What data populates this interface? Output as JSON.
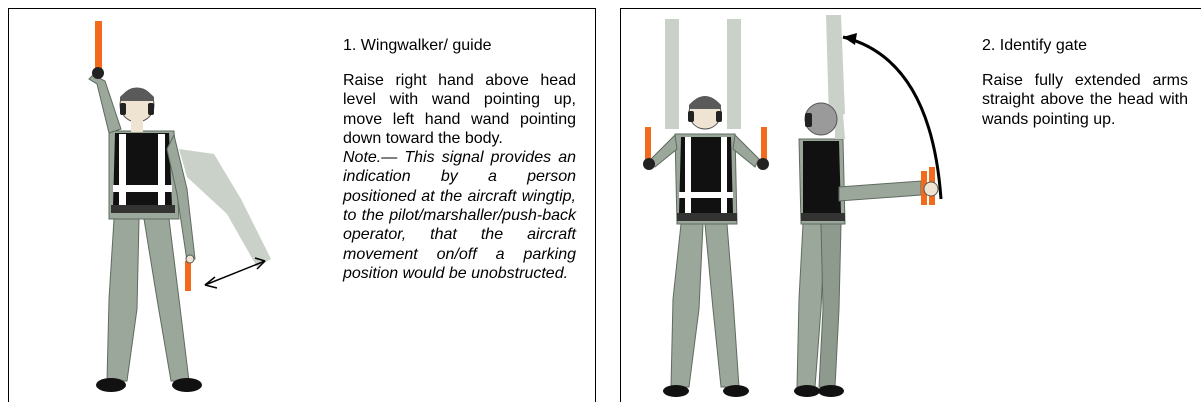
{
  "panels": [
    {
      "title": "1. Wingwalker/ guide",
      "description": "Raise right hand above head level with wand pointing up, move left hand wand pointing down toward the body.",
      "note": "Note.— This signal provides an indication by a person positioned at the aircraft wingtip, to the pilot/marshaller/push-back operator, that the aircraft movement on/off a parking position would be unobstructed."
    },
    {
      "title": "2. Identify gate",
      "description": "Raise fully extended arms straight above the head with wands pointing up."
    }
  ],
  "colors": {
    "uniform": "#9aa79a",
    "uniform_dark": "#5f6b5f",
    "skin": "#efe3d2",
    "vest": "#111111",
    "wand": "#f26a1b",
    "ghost": "#c9d1c9"
  }
}
